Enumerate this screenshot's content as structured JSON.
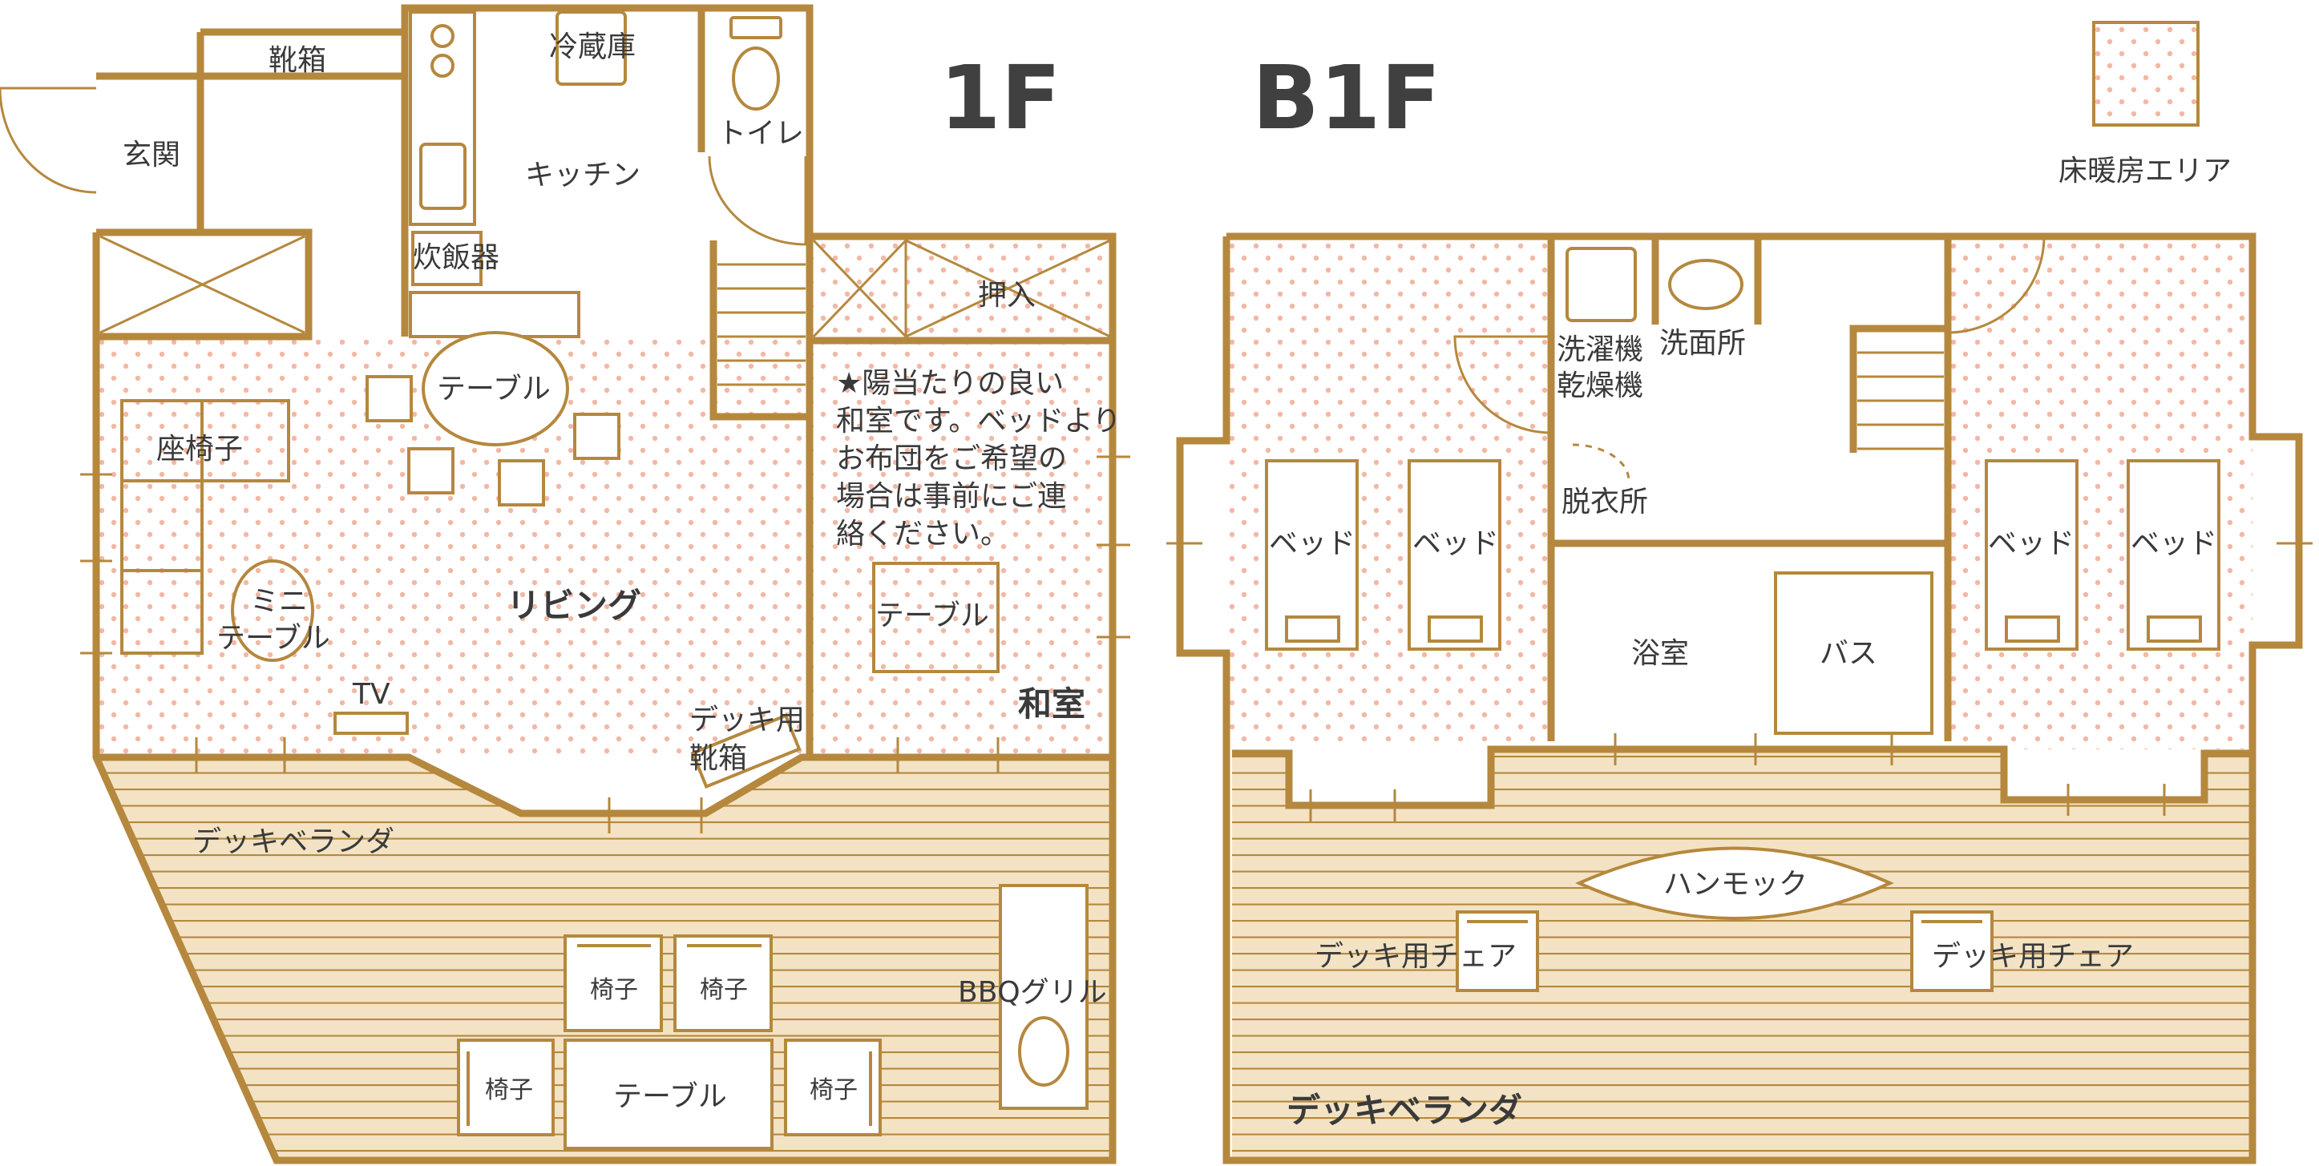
{
  "floors": {
    "f1": "1F",
    "b1": "B1F"
  },
  "legend": {
    "floor_heating": "床暖房エリア"
  },
  "colors": {
    "wall": "#b5883e",
    "floor_heating_dot": "#f2b8a4",
    "deck": "#f3e3c4",
    "deck_line": "#b5883e"
  },
  "f1": {
    "shoe_box": "靴箱",
    "entrance": "玄関",
    "fridge": "冷蔵庫",
    "kitchen": "キッチン",
    "toilet": "トイレ",
    "rice_cooker": "炊飯器",
    "closet": "押入",
    "table_round": "テーブル",
    "zaisu": "座椅子",
    "mini_table_1": "ミニ",
    "mini_table_2": "テーブル",
    "living": "リビング",
    "tv": "TV",
    "deck_shoe_box_1": "デッキ用",
    "deck_shoe_box_2": "靴箱",
    "note_lines": [
      "★陽当たりの良い",
      "和室です。ベッドより",
      "お布団をご希望の",
      "場合は事前にご連",
      "絡ください。"
    ],
    "washitsu_table": "テーブル",
    "washitsu": "和室",
    "deck_veranda": "デッキベランダ",
    "chair": "椅子",
    "deck_table": "テーブル",
    "bbq": "BBQグリル"
  },
  "b1": {
    "washer_1": "洗濯機",
    "washer_2": "乾燥機",
    "washroom": "洗面所",
    "dressing": "脱衣所",
    "bed": "ベッド",
    "bathroom": "浴室",
    "bath": "バス",
    "hammock": "ハンモック",
    "deck_chair": "デッキ用チェア",
    "deck_veranda": "デッキベランダ"
  }
}
